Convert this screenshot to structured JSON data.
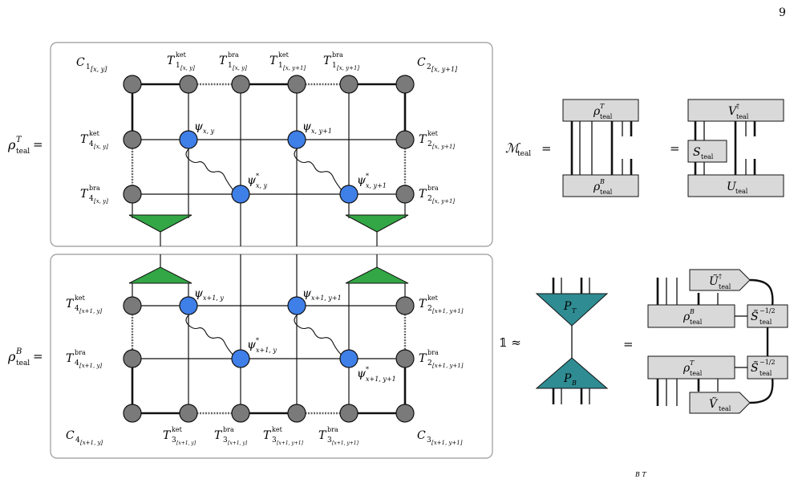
{
  "page": {
    "number": "9"
  },
  "top_diagram": {
    "lhs": {
      "sym": "ρ",
      "sup": "T",
      "sub": "teal",
      "eq": "="
    },
    "labels": {
      "C1": {
        "main": "C",
        "sub": "1",
        "idx": "[x, y]"
      },
      "C2": {
        "main": "C",
        "sub": "2",
        "idx": "[x, y+1]"
      },
      "T1ket_a": {
        "main": "T",
        "sup": "ket",
        "sub": "1",
        "idx": "[x, y]"
      },
      "T1bra_a": {
        "main": "T",
        "sup": "bra",
        "sub": "1",
        "idx": "[x, y]"
      },
      "T1ket_b": {
        "main": "T",
        "sup": "ket",
        "sub": "1",
        "idx": "[x, y+1]"
      },
      "T1bra_b": {
        "main": "T",
        "sup": "bra",
        "sub": "1",
        "idx": "[x, y+1]"
      },
      "T4ket": {
        "main": "T",
        "sup": "ket",
        "sub": "4",
        "idx": "[x, y]"
      },
      "T4bra": {
        "main": "T",
        "sup": "bra",
        "sub": "4",
        "idx": "[x, y]"
      },
      "T2ket": {
        "main": "T",
        "sup": "ket",
        "sub": "2",
        "idx": "[x, y+1]"
      },
      "T2bra": {
        "main": "T",
        "sup": "bra",
        "sub": "2",
        "idx": "[x, y+1]"
      },
      "psi_a": {
        "main": "ψ",
        "sub": "x, y"
      },
      "psi_b": {
        "main": "ψ",
        "sub": "x, y+1"
      },
      "psistar_a": {
        "main": "ψ",
        "sup": "*",
        "sub": "x, y"
      },
      "psistar_b": {
        "main": "ψ",
        "sup": "*",
        "sub": "x, y+1"
      }
    }
  },
  "bottom_diagram": {
    "lhs": {
      "sym": "ρ",
      "sup": "B",
      "sub": "teal",
      "eq": "="
    },
    "labels": {
      "C4": {
        "main": "C",
        "sub": "4",
        "idx": "[x+1, y]"
      },
      "C3": {
        "main": "C",
        "sub": "3",
        "idx": "[x+1, y+1]"
      },
      "T4ket": {
        "main": "T",
        "sup": "ket",
        "sub": "4",
        "idx": "[x+1, y]"
      },
      "T4bra": {
        "main": "T",
        "sup": "bra",
        "sub": "4",
        "idx": "[x+1, y]"
      },
      "T2ket": {
        "main": "T",
        "sup": "ket",
        "sub": "2",
        "idx": "[x+1, y+1]"
      },
      "T2bra": {
        "main": "T",
        "sup": "bra",
        "sub": "2",
        "idx": "[x+1, y+1]"
      },
      "T3ket_a": {
        "main": "T",
        "sup": "ket",
        "sub": "3",
        "idx": "[x+1, y]"
      },
      "T3bra_a": {
        "main": "T",
        "sup": "bra",
        "sub": "3",
        "idx": "[x+1, y]"
      },
      "T3ket_b": {
        "main": "T",
        "sup": "ket",
        "sub": "3",
        "idx": "[x+1, y+1]"
      },
      "T3bra_b": {
        "main": "T",
        "sup": "bra",
        "sub": "3",
        "idx": "[x+1, y+1]"
      },
      "psi_a": {
        "main": "ψ",
        "sub": "x+1, y"
      },
      "psi_b": {
        "main": "ψ",
        "sub": "x+1, y+1"
      },
      "psistar_a": {
        "main": "ψ",
        "sup": "*",
        "sub": "x+1, y"
      },
      "psistar_b": {
        "main": "ψ",
        "sup": "*",
        "sub": "x+1, y+1"
      }
    }
  },
  "m_equation": {
    "lhs": {
      "sym": "ℳ",
      "sub": "teal",
      "eq": "="
    },
    "rhoT": {
      "sym": "ρ",
      "sup": "T",
      "sub": "teal"
    },
    "rhoB": {
      "sym": "ρ",
      "sup": "B",
      "sub": "teal"
    },
    "eq2": "=",
    "Vdag": {
      "sym": "V",
      "sup": "†",
      "sub": "teal"
    },
    "S": {
      "sym": "S",
      "sub": "teal"
    },
    "U": {
      "sym": "U",
      "sub": "teal"
    }
  },
  "identity_equation": {
    "lhs": "𝟙 ≈",
    "PT": {
      "sym": "P",
      "sub": "T"
    },
    "PB": {
      "sym": "P",
      "sub": "B"
    },
    "eq": "=",
    "Udag": {
      "sym": "Ũ",
      "sup": "†",
      "sub": "teal"
    },
    "rhoB": {
      "sym": "ρ",
      "sup": "B",
      "sub": "teal"
    },
    "rhoT": {
      "sym": "ρ",
      "sup": "T",
      "sub": "teal"
    },
    "Sinv_top": {
      "sym": "S̃",
      "sup": "−1/2",
      "sub": "teal"
    },
    "Sinv_bot": {
      "sym": "S̃",
      "sup": "−1/2",
      "sub": "teal"
    },
    "Vt": {
      "sym": "Ṽ",
      "sub": "teal"
    }
  },
  "footer_fragment": {
    "text": "B    T"
  },
  "colors": {
    "site_gray": "#7a7a7a",
    "site_blue": "#3f7fe8",
    "projector_green": "#33a645",
    "projector_teal": "#2f8c92",
    "box_fill": "#d9d9d9"
  }
}
